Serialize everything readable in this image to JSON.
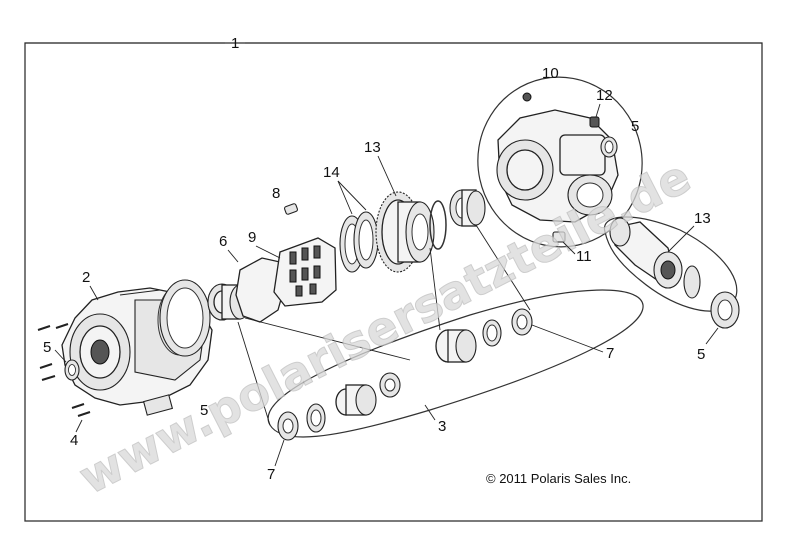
{
  "callouts": {
    "c1": "1",
    "c2": "2",
    "c3": "3",
    "c4": "4",
    "c5a": "5",
    "c5b": "5",
    "c5c": "5",
    "c5d": "5",
    "c6": "6",
    "c7a": "7",
    "c7b": "7",
    "c8": "8",
    "c9": "9",
    "c10": "10",
    "c11": "11",
    "c12": "12",
    "c13a": "13",
    "c13b": "13",
    "c14": "14"
  },
  "copyright": "© 2011 Polaris Sales Inc.",
  "watermark": "www.polarisersatzteile.de"
}
